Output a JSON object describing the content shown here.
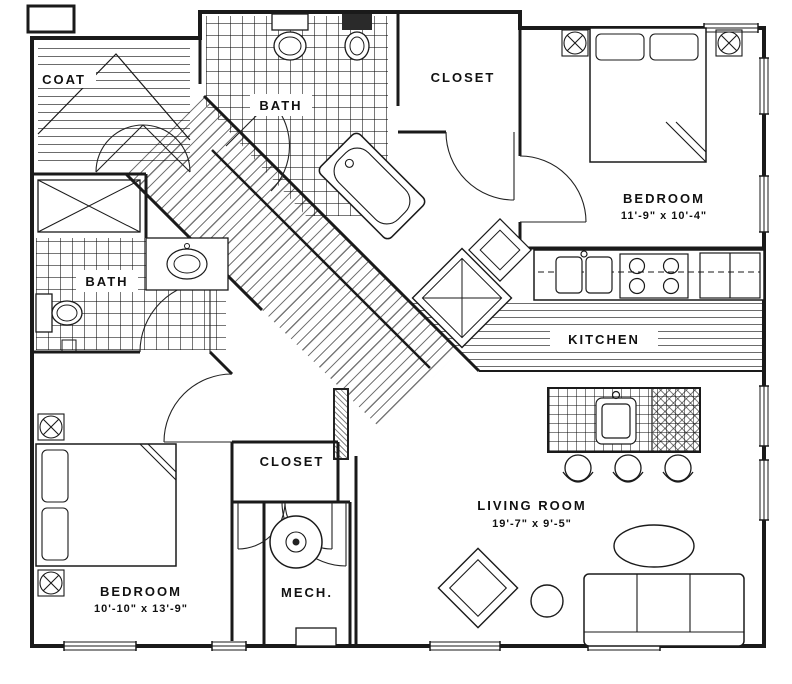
{
  "drawing": {
    "colors": {
      "line": "#1a1a1a",
      "background": "#ffffff"
    },
    "rooms": {
      "coat": {
        "label": "COAT"
      },
      "bath_upper": {
        "label": "BATH"
      },
      "closet_upper": {
        "label": "CLOSET"
      },
      "bedroom_upper": {
        "label": "BEDROOM",
        "dims": "11'-9\" x 10'-4\""
      },
      "bath_lower": {
        "label": "BATH"
      },
      "kitchen": {
        "label": "KITCHEN"
      },
      "closet_lower": {
        "label": "CLOSET"
      },
      "living_room": {
        "label": "LIVING ROOM",
        "dims": "19'-7\" x 9'-5\""
      },
      "bedroom_lower": {
        "label": "BEDROOM",
        "dims": "10'-10\" x 13'-9\""
      },
      "mech": {
        "label": "MECH."
      }
    }
  }
}
